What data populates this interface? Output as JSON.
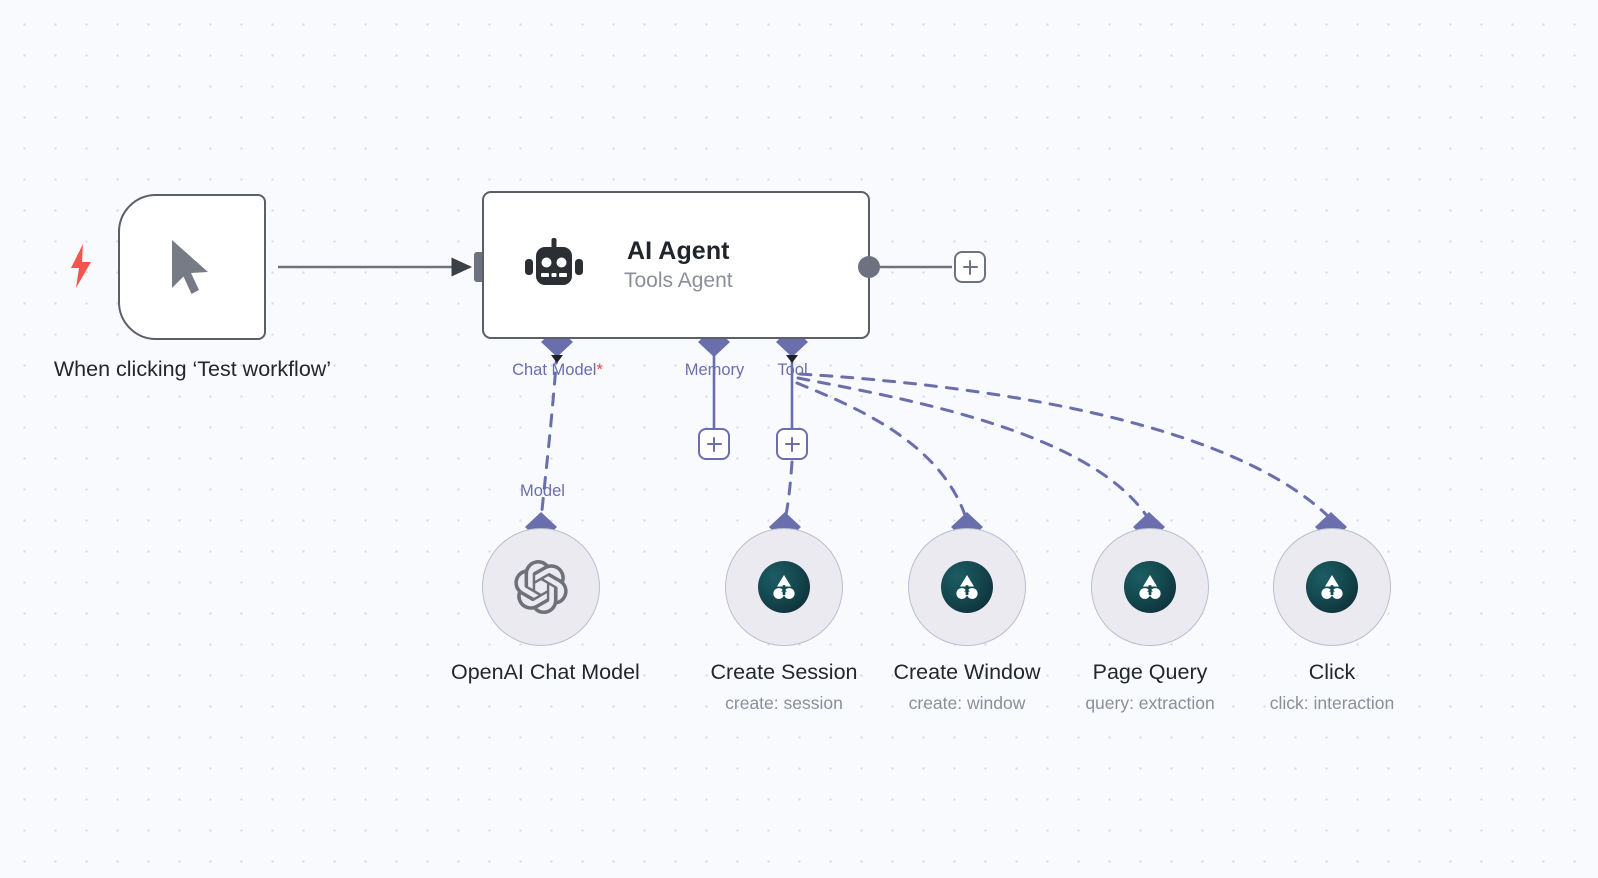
{
  "canvas": {
    "background_color": "#f9fafe",
    "dot_color": "#d3d8e6",
    "accent_purple": "#6a6ead",
    "node_border": "#5b5f68",
    "required_marker_color": "#f04438",
    "trigger_bolt_color": "#f4564c",
    "airtop_badge_color": "#14484f"
  },
  "trigger": {
    "label": "When clicking ‘Test workflow’",
    "icon": "mouse-cursor-icon",
    "badge_icon": "lightning-bolt-icon"
  },
  "agent": {
    "title": "AI Agent",
    "subtitle": "Tools Agent",
    "icon": "robot-icon",
    "ports": [
      {
        "name": "Chat Model",
        "required": true,
        "required_marker": "*"
      },
      {
        "name": "Memory",
        "required": false
      },
      {
        "name": "Tool",
        "required": false
      }
    ]
  },
  "edge_labels": {
    "chat_model": "Chat Model",
    "chat_model_required": "*",
    "memory": "Memory",
    "tool": "Tool",
    "model": "Model"
  },
  "buttons": {
    "add_main_output": "+",
    "add_memory": "+",
    "add_tool": "+"
  },
  "sub_nodes": [
    {
      "title": "OpenAI Chat Model",
      "subtitle": "",
      "icon": "openai-logo-icon",
      "port_label": "Model"
    },
    {
      "title": "Create Session",
      "subtitle": "create: session",
      "icon": "airtop-logo-icon",
      "port_label": ""
    },
    {
      "title": "Create Window",
      "subtitle": "create: window",
      "icon": "airtop-logo-icon",
      "port_label": ""
    },
    {
      "title": "Page Query",
      "subtitle": "query: extraction",
      "icon": "airtop-logo-icon",
      "port_label": ""
    },
    {
      "title": "Click",
      "subtitle": "click: interaction",
      "icon": "airtop-logo-icon",
      "port_label": ""
    }
  ]
}
